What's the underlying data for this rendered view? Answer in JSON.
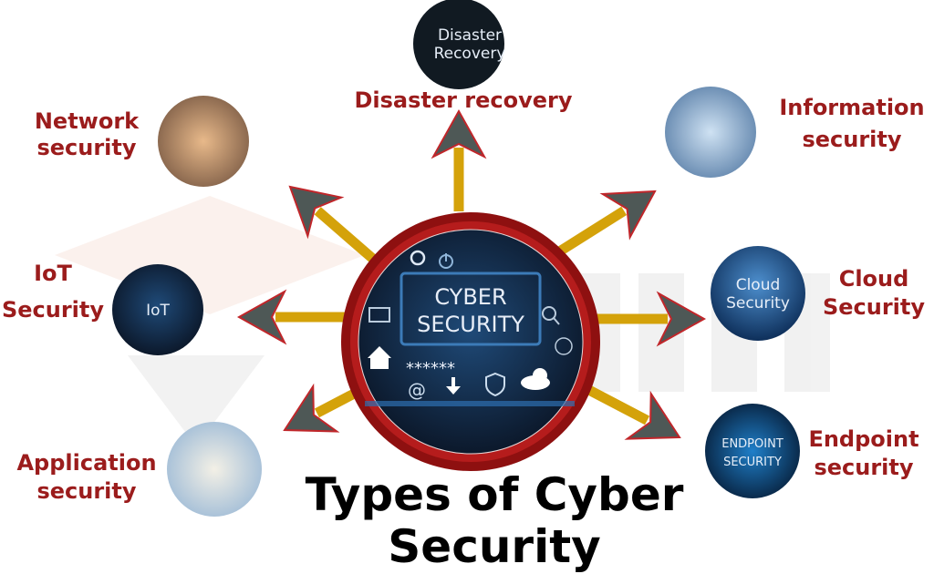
{
  "title_line1": "Types of Cyber",
  "title_line2": "Security",
  "center": {
    "label_line1": "CYBER",
    "label_line2": "SECURITY",
    "password_mask": "******"
  },
  "types": [
    {
      "id": "disaster",
      "label_lines": [
        "Disaster recovery"
      ],
      "image_text": [
        "Disaster",
        "Recovery"
      ]
    },
    {
      "id": "network",
      "label_lines": [
        "Network",
        "security"
      ],
      "image_text": []
    },
    {
      "id": "information",
      "label_lines": [
        "Information",
        "security"
      ],
      "image_text": []
    },
    {
      "id": "iot",
      "label_lines": [
        "IoT",
        "Security"
      ],
      "image_text": [
        "IoT"
      ]
    },
    {
      "id": "cloud",
      "label_lines": [
        "Cloud",
        "Security"
      ],
      "image_text": [
        "Cloud",
        "Security"
      ]
    },
    {
      "id": "application",
      "label_lines": [
        "Application",
        "security"
      ],
      "image_text": []
    },
    {
      "id": "endpoint",
      "label_lines": [
        "Endpoint",
        "security"
      ],
      "image_text": [
        "ENDPOINT",
        "SECURITY"
      ]
    }
  ],
  "colors": {
    "label": "#9b1c1c",
    "ring": "#a31515",
    "shaft": "#d4a20a",
    "arrowhead": "#4e5856",
    "dark": "#0f1e33"
  }
}
